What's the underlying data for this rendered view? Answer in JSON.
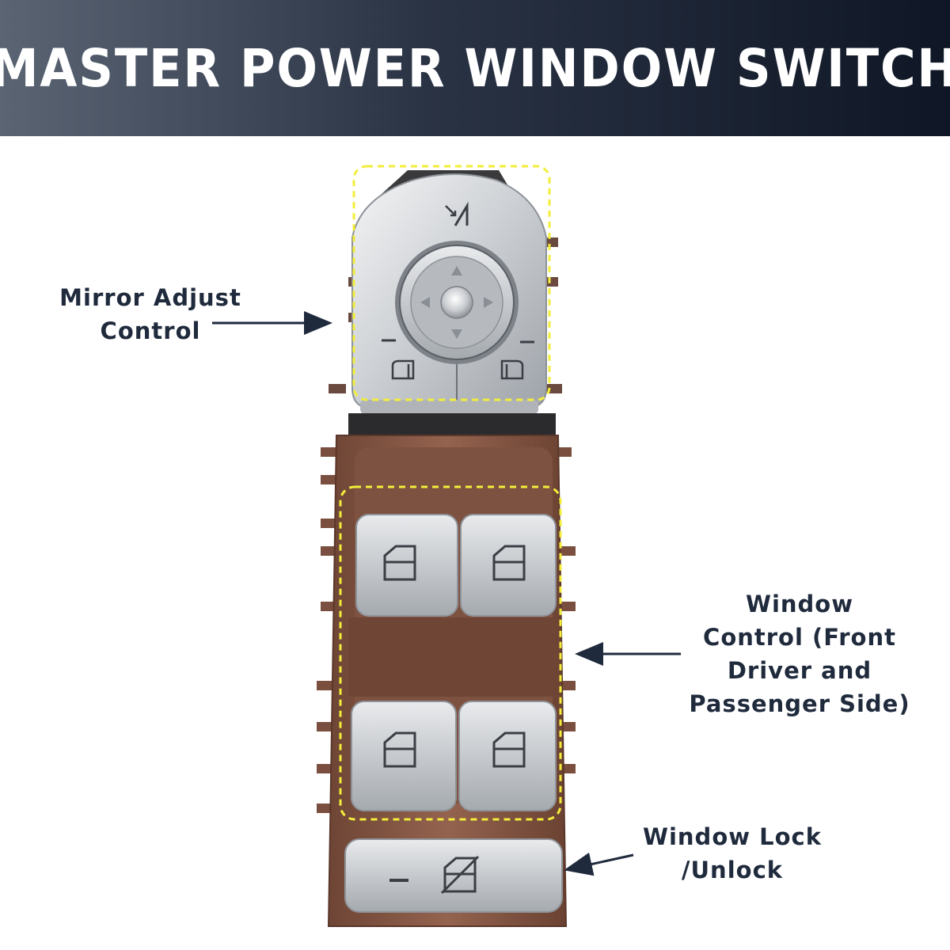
{
  "header": {
    "title": "MASTER POWER WINDOW SWITCH"
  },
  "callouts": {
    "mirror": {
      "line1": "Mirror Adjust",
      "line2": "Control"
    },
    "window": {
      "line1": "Window",
      "line2": "Control (Front",
      "line3": "Driver and",
      "line4": "Passenger Side)"
    },
    "lock": {
      "line1": "Window Lock",
      "line2": "/Unlock"
    }
  },
  "icons": [
    "mirror-fold-icon",
    "mirror-direction-arrows-icon",
    "left-mirror-icon",
    "right-mirror-icon",
    "window-icon",
    "window-lock-icon"
  ],
  "colors": {
    "header_dark": "#0f1726",
    "header_light": "#5a6473",
    "label_text": "#1f2a3c",
    "highlight_dash": "#f2ee3a",
    "housing_brown": "#8a5a47",
    "chrome": "#d4d6d9"
  }
}
